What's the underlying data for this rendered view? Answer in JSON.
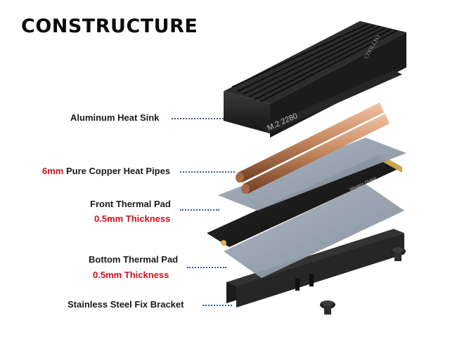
{
  "title": "CONSTRUCTURE",
  "labels": {
    "heat_sink": "Aluminum Heat Sink",
    "heat_pipes_size": "6mm",
    "heat_pipes": " Pure Copper Heat Pipes",
    "front_pad": "Front Thermal Pad",
    "front_pad_thickness": "0.5mm Thickness",
    "bottom_pad": "Bottom Thermal Pad",
    "bottom_pad_thickness": "0.5mm Thickness",
    "bracket": "Stainless Steel Fix Bracket"
  },
  "product": {
    "model_marking": "M.2  2280",
    "brand_marking": "COOLLEO",
    "ssd_marking": "Western Digital"
  },
  "colors": {
    "accent_red": "#c8141e",
    "leader_blue": "#2e5a9a",
    "heatsink": "#232323",
    "copper": "#c98a62",
    "pad": "#8e9aa8"
  }
}
